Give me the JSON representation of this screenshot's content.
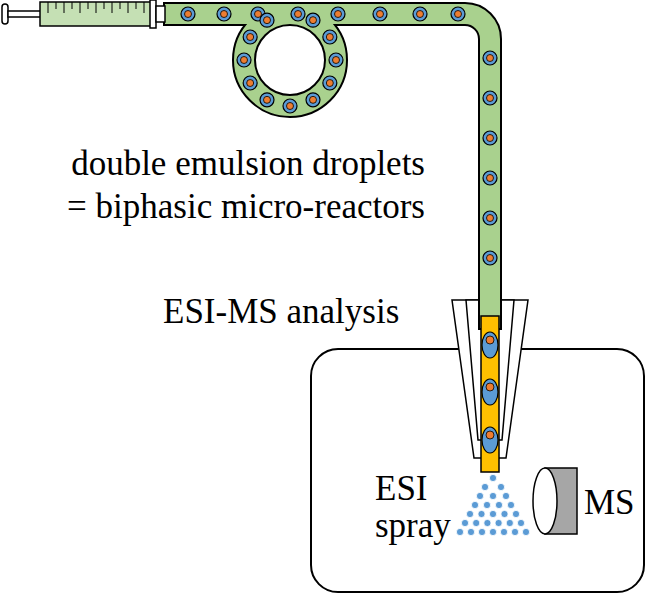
{
  "diagram": {
    "nodes": [
      {
        "text": [
          "ESI spray",
          "MS"
        ]
      }
    ],
    "labels": [
      "double emulsion droplets = biphasic micro-reactors",
      "ESI-MS analysis"
    ]
  }
}
